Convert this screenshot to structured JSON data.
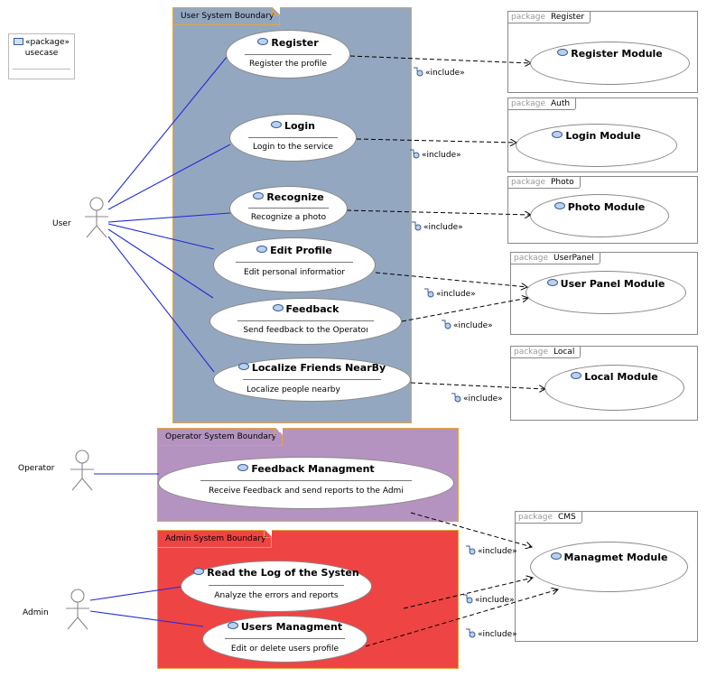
{
  "legend": {
    "stereotype": "«package»",
    "name": "usecase"
  },
  "boundaries": {
    "user": {
      "label": "User System Boundary",
      "color": "#94a7c0"
    },
    "operator": {
      "label": "Operator System Boundary",
      "color": "#b593c0"
    },
    "admin": {
      "label": "Admin System Boundary",
      "color": "#ef4444"
    }
  },
  "actors": {
    "user": "User",
    "operator": "Operator",
    "admin": "Admin"
  },
  "usecases": {
    "register": {
      "title": "Register",
      "desc": "Register the profile"
    },
    "login": {
      "title": "Login",
      "desc": "Login to the service"
    },
    "recognize": {
      "title": "Recognize",
      "desc": "Recognize a photo"
    },
    "edit_profile": {
      "title": "Edit Profile",
      "desc": "Edit personal informatior"
    },
    "feedback": {
      "title": "Feedback",
      "desc": "Send feedback to the Operatoı"
    },
    "localize": {
      "title": "Localize Friends NearBy",
      "desc": "Localize people nearby"
    },
    "feedback_mgmt": {
      "title": "Feedback Managment",
      "desc": "Receive Feedback and send reports to the Admi"
    },
    "read_log": {
      "title": "Read the Log of the Systen",
      "desc": "Analyze the errors and reports"
    },
    "users_mgmt": {
      "title": "Users Managment",
      "desc": "Edit or delete users profile"
    }
  },
  "packages": {
    "register": {
      "keyword": "package",
      "name": "Register",
      "module": "Register Module"
    },
    "auth": {
      "keyword": "package",
      "name": "Auth",
      "module": "Login Module"
    },
    "photo": {
      "keyword": "package",
      "name": "Photo",
      "module": "Photo Module"
    },
    "userpanel": {
      "keyword": "package",
      "name": "UserPanel",
      "module": "User Panel Module"
    },
    "local": {
      "keyword": "package",
      "name": "Local",
      "module": "Local Module"
    },
    "cms": {
      "keyword": "package",
      "name": "CMS",
      "module": "Managmet Module"
    }
  },
  "include_label": "«include»",
  "colors": {
    "association": "#1f2bd8",
    "dependency": "#000000"
  }
}
